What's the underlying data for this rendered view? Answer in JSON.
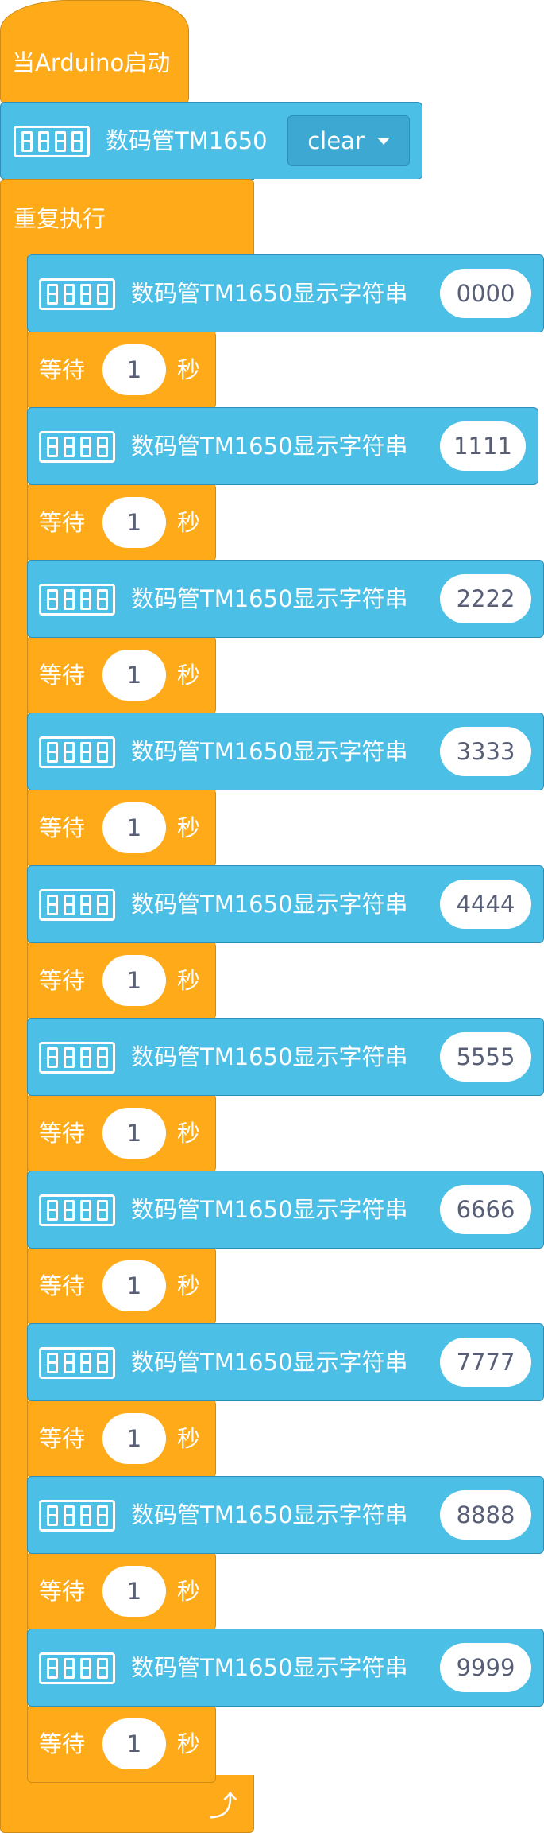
{
  "hat": {
    "label": "当Arduino启动"
  },
  "init": {
    "label": "数码管TM1650",
    "dropdown_value": "clear",
    "icon": "seven-segment-icon"
  },
  "loop": {
    "label": "重复执行",
    "loop_icon": "repeat-arrow-icon"
  },
  "display_label": "数码管TM1650显示字符串",
  "wait": {
    "label": "等待",
    "value": "1",
    "unit": "秒"
  },
  "strings": [
    "0000",
    "1111",
    "2222",
    "3333",
    "4444",
    "5555",
    "6666",
    "7777",
    "8888",
    "9999"
  ],
  "colors": {
    "control": "#FFAB19",
    "extension": "#4CBFE6",
    "input_text": "#575E75"
  }
}
